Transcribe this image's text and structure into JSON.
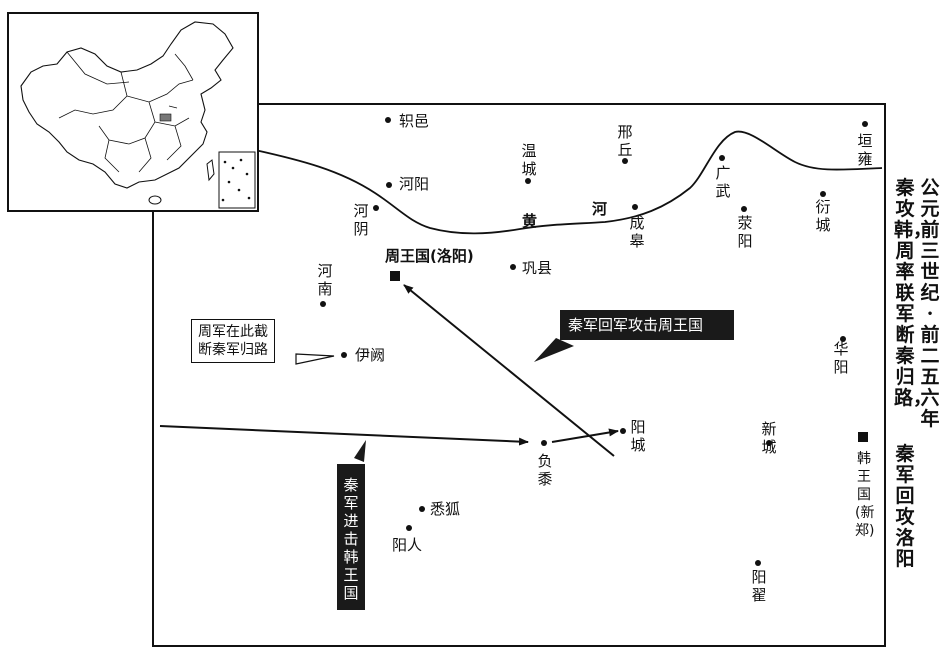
{
  "title": {
    "line1": "公元前三世纪·前二五六年",
    "line2": "秦攻韩，周率联军断秦归路，",
    "line3": "秦军回攻洛阳"
  },
  "places": {
    "zhiyi": "轵邑",
    "wencheng": "温城",
    "xingqiu": "邢丘",
    "guangwu": "广武",
    "yuanyong": "垣雍",
    "heyang": "河阳",
    "heyin": "河阴",
    "chenggao": "成皋",
    "xingyang": "荥阳",
    "yancheng": "衍城",
    "henan": "河南",
    "gongxian": "巩县",
    "yique": "伊阙",
    "huayang": "华阳",
    "yangcheng": "阳城",
    "xincheng": "新城",
    "fushu": "负黍",
    "hanhu": "悉狐",
    "yangren": "阳人",
    "yangzhai": "阳翟"
  },
  "river": {
    "char1": "黄",
    "char2": "河"
  },
  "capitals": {
    "zhou": "周王国(洛阳)",
    "han": "韩王国(新郑)"
  },
  "callouts": {
    "qin_return": "秦军回军攻击周王国",
    "qin_advance": "秦军进击韩王国",
    "zhou_cut_line1": "周军在此截",
    "zhou_cut_line2": "断秦军归路"
  }
}
